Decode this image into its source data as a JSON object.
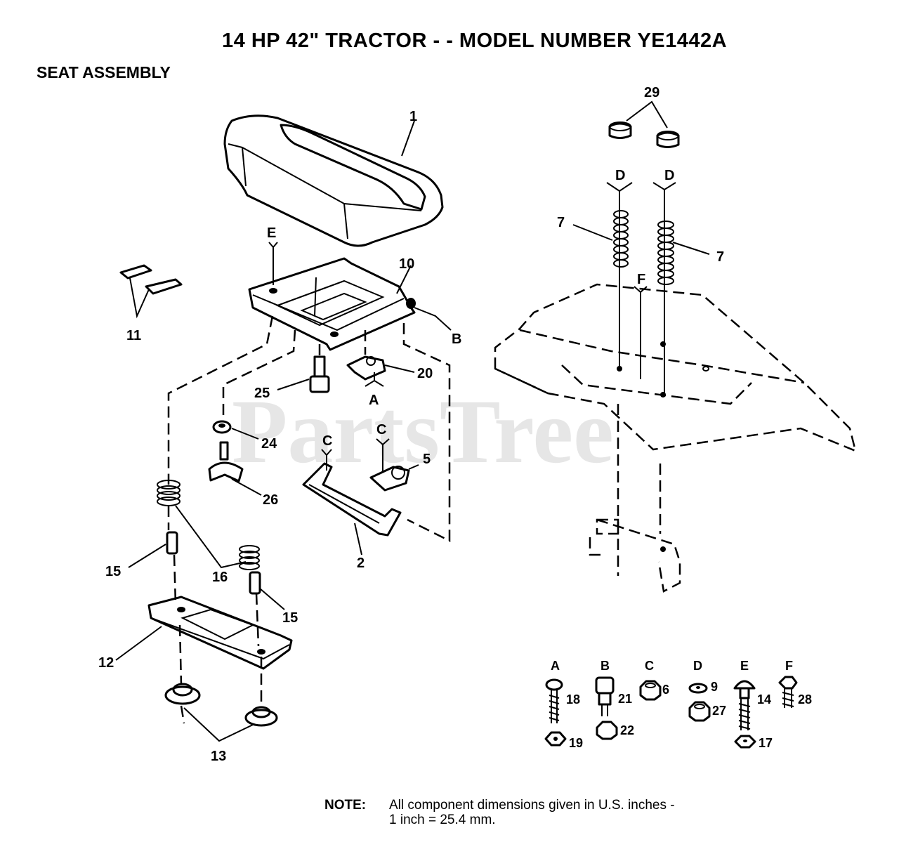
{
  "title": "14 HP 42\"  TRACTOR - - MODEL NUMBER YE1442A",
  "section": "SEAT ASSEMBLY",
  "watermark": "PartsTree",
  "callouts": {
    "c1": "1",
    "c29": "29",
    "c7a": "7",
    "c7b": "7",
    "cDa": "D",
    "cDb": "D",
    "cE": "E",
    "cF": "F",
    "c10": "10",
    "c11": "11",
    "cB": "B",
    "c20": "20",
    "cA": "A",
    "c25": "25",
    "c24": "24",
    "cCa": "C",
    "cCb": "C",
    "c5": "5",
    "c26": "26",
    "c2": "2",
    "c15a": "15",
    "c16": "16",
    "c15b": "15",
    "c12": "12",
    "c13": "13"
  },
  "hardware": {
    "A": {
      "letter": "A",
      "parts": [
        "18",
        "19"
      ]
    },
    "B": {
      "letter": "B",
      "parts": [
        "21",
        "22"
      ]
    },
    "C": {
      "letter": "C",
      "parts": [
        "6"
      ]
    },
    "D": {
      "letter": "D",
      "parts": [
        "9",
        "27"
      ]
    },
    "E": {
      "letter": "E",
      "parts": [
        "14",
        "17"
      ]
    },
    "F": {
      "letter": "F",
      "parts": [
        "28"
      ]
    }
  },
  "note": {
    "label": "NOTE:",
    "line1": "All component dimensions given in U.S. inches -",
    "line2": "1 inch = 25.4 mm."
  }
}
